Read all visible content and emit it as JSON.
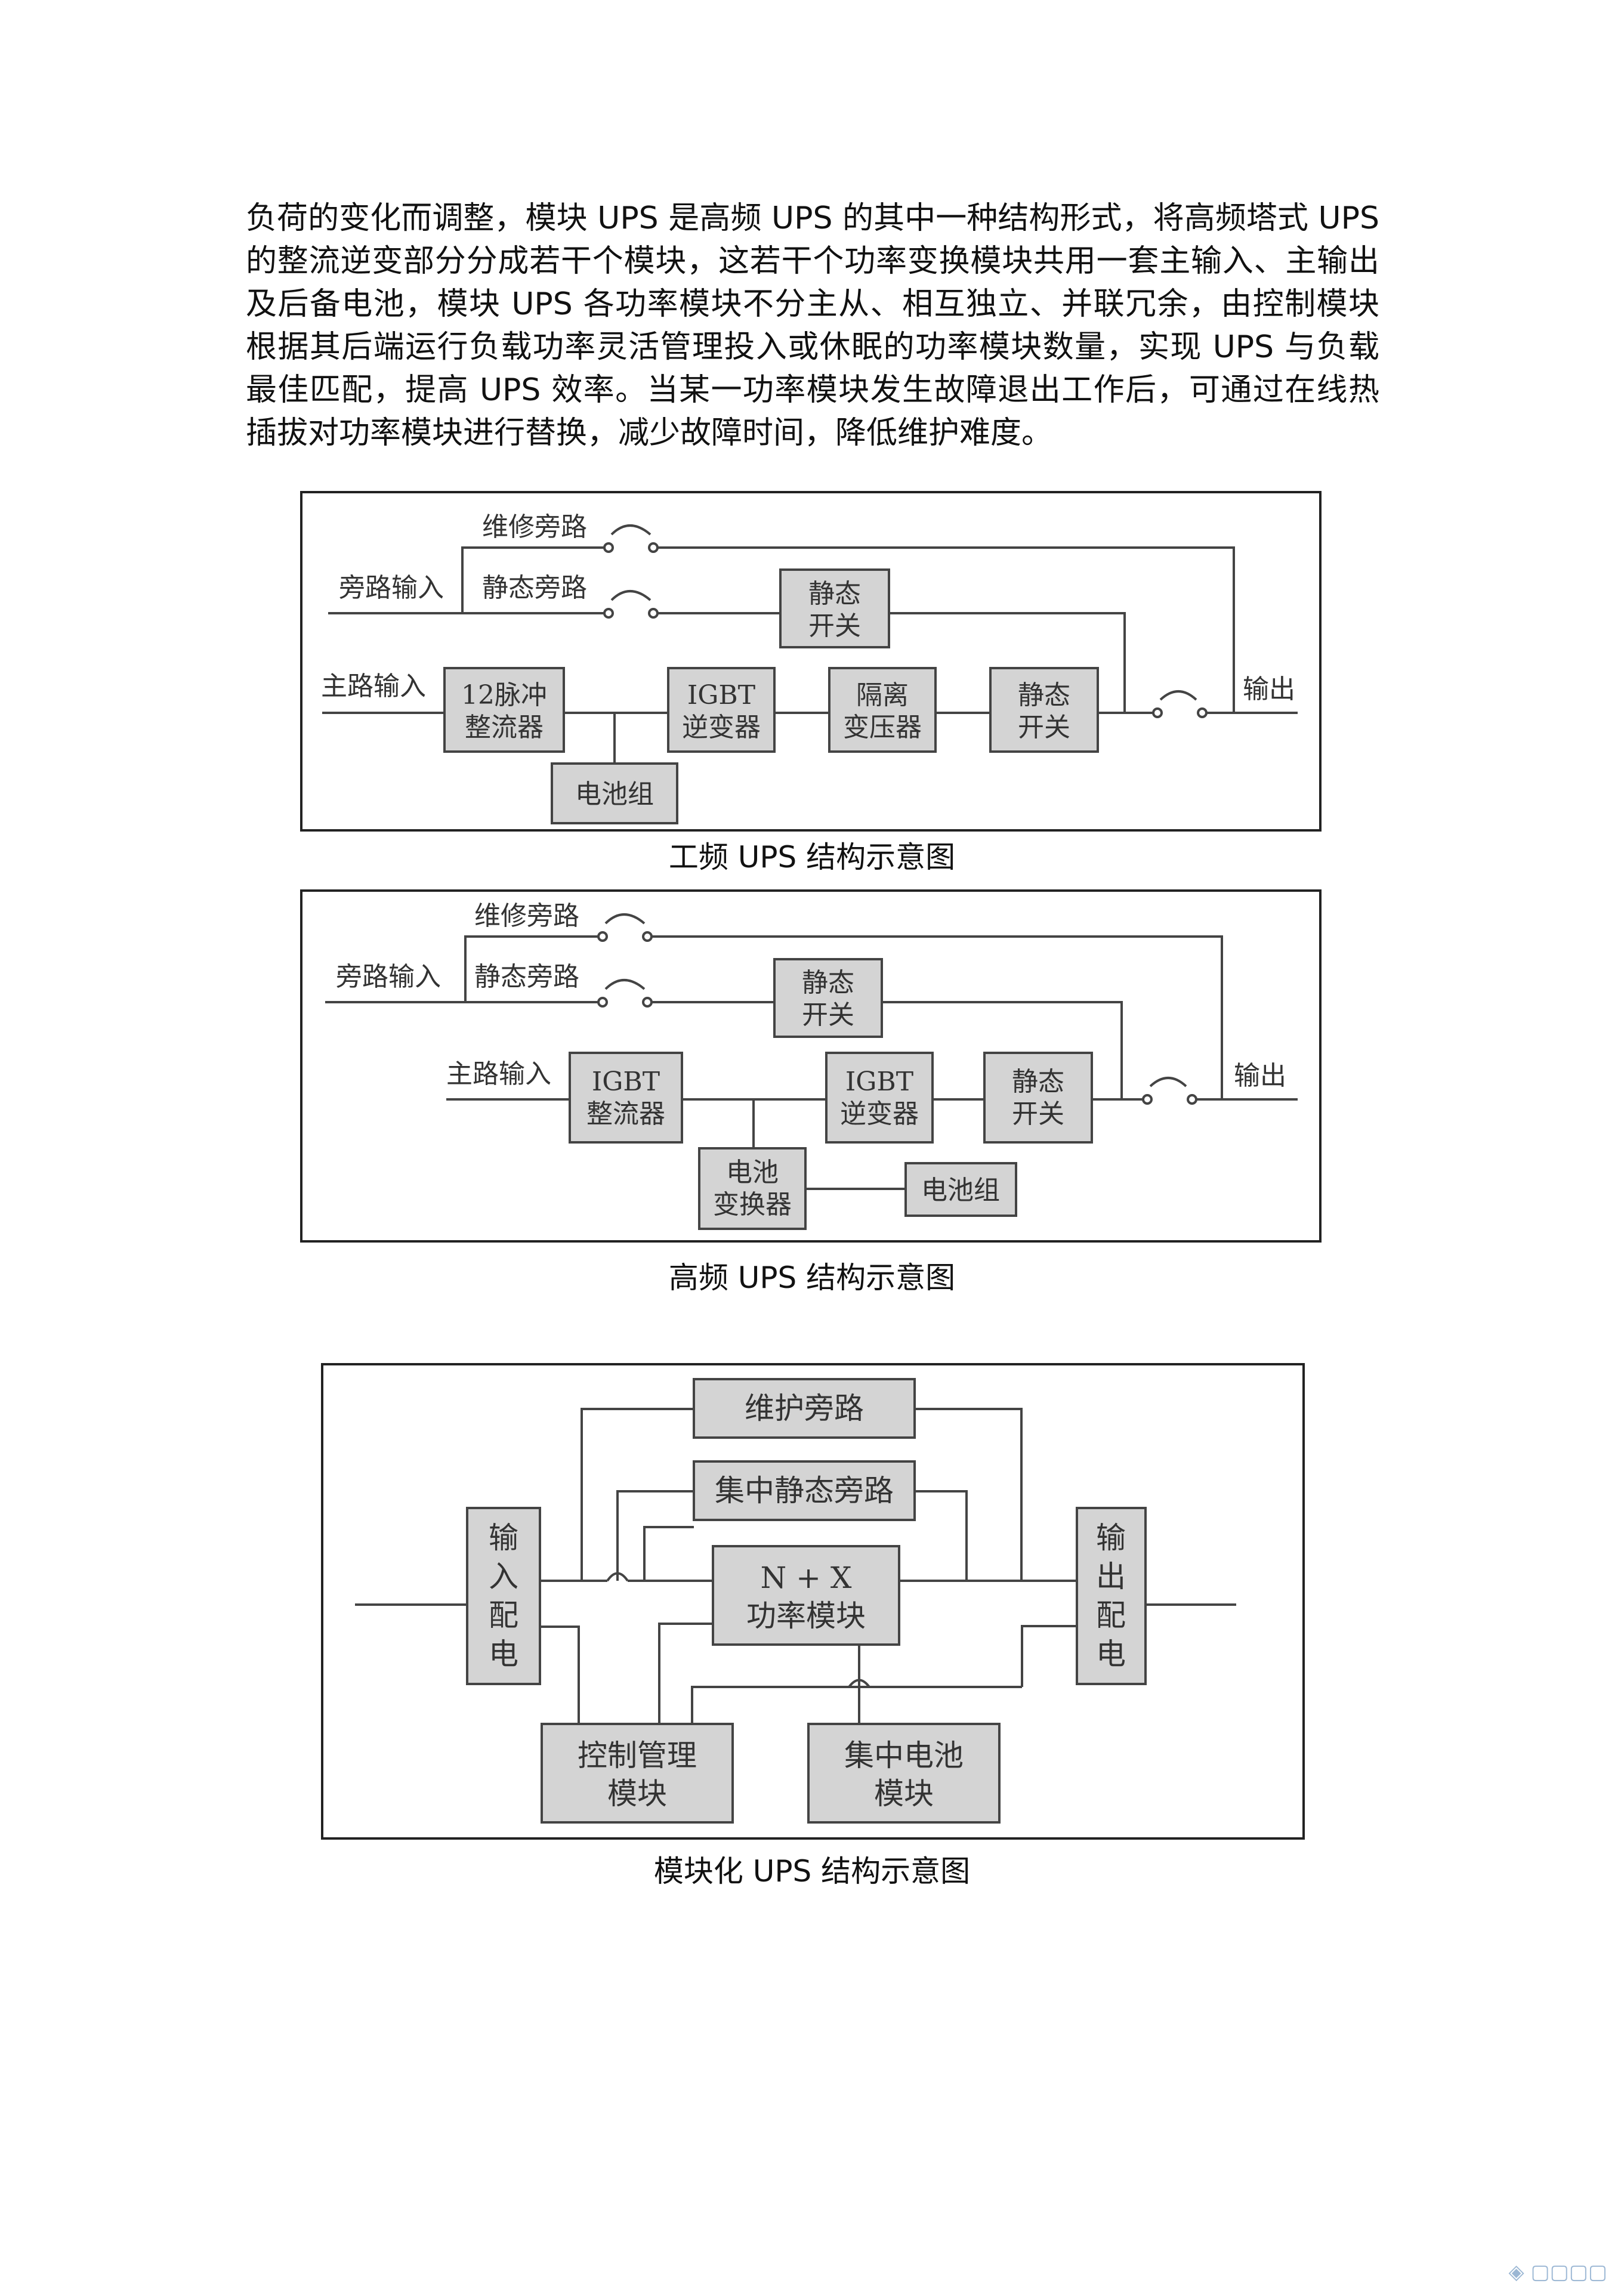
{
  "paragraph": "负荷的变化而调整，模块 UPS 是高频 UPS 的其中一种结构形式，将高频塔式 UPS 的整流逆变部分分成若干个模块，这若干个功率变换模块共用一套主输入、主输出及后备电池，模块 UPS 各功率模块不分主从、相互独立、并联冗余，由控制模块根据其后端运行负载功率灵活管理投入或休眠的功率模块数量，实现 UPS 与负载最佳匹配，提高 UPS 效率。当某一功率模块发生故障退出工作后，可通过在线热插拔对功率模块进行替换，减少故障时间，降低维护难度。",
  "diagram1": {
    "caption": "工频 UPS 结构示意图",
    "maint_bypass": "维修旁路",
    "bypass_input": "旁路输入",
    "static_bypass": "静态旁路",
    "static_switch_top": [
      "静态",
      "开关"
    ],
    "main_input": "主路输入",
    "rectifier": [
      "12脉冲",
      "整流器"
    ],
    "inverter": [
      "IGBT",
      "逆变器"
    ],
    "transformer": [
      "隔离",
      "变压器"
    ],
    "static_switch": [
      "静态",
      "开关"
    ],
    "output": "输出",
    "battery": "电池组"
  },
  "diagram2": {
    "caption": "高频 UPS 结构示意图",
    "maint_bypass": "维修旁路",
    "bypass_input": "旁路输入",
    "static_bypass": "静态旁路",
    "static_switch_top": [
      "静态",
      "开关"
    ],
    "main_input": "主路输入",
    "rectifier": [
      "IGBT",
      "整流器"
    ],
    "inverter": [
      "IGBT",
      "逆变器"
    ],
    "static_switch": [
      "静态",
      "开关"
    ],
    "output": "输出",
    "battery_converter": [
      "电池",
      "变换器"
    ],
    "battery": "电池组"
  },
  "diagram3": {
    "caption": "模块化 UPS 结构示意图",
    "maint_bypass": "维护旁路",
    "central_static_bypass": "集中静态旁路",
    "power_module": [
      "N + X",
      "功率模块"
    ],
    "input_distribution": [
      "输",
      "入",
      "配",
      "电"
    ],
    "output_distribution": [
      "输",
      "出",
      "配",
      "电"
    ],
    "control_module": [
      "控制管理",
      "模块"
    ],
    "battery_module": [
      "集中电池",
      "模块"
    ]
  }
}
